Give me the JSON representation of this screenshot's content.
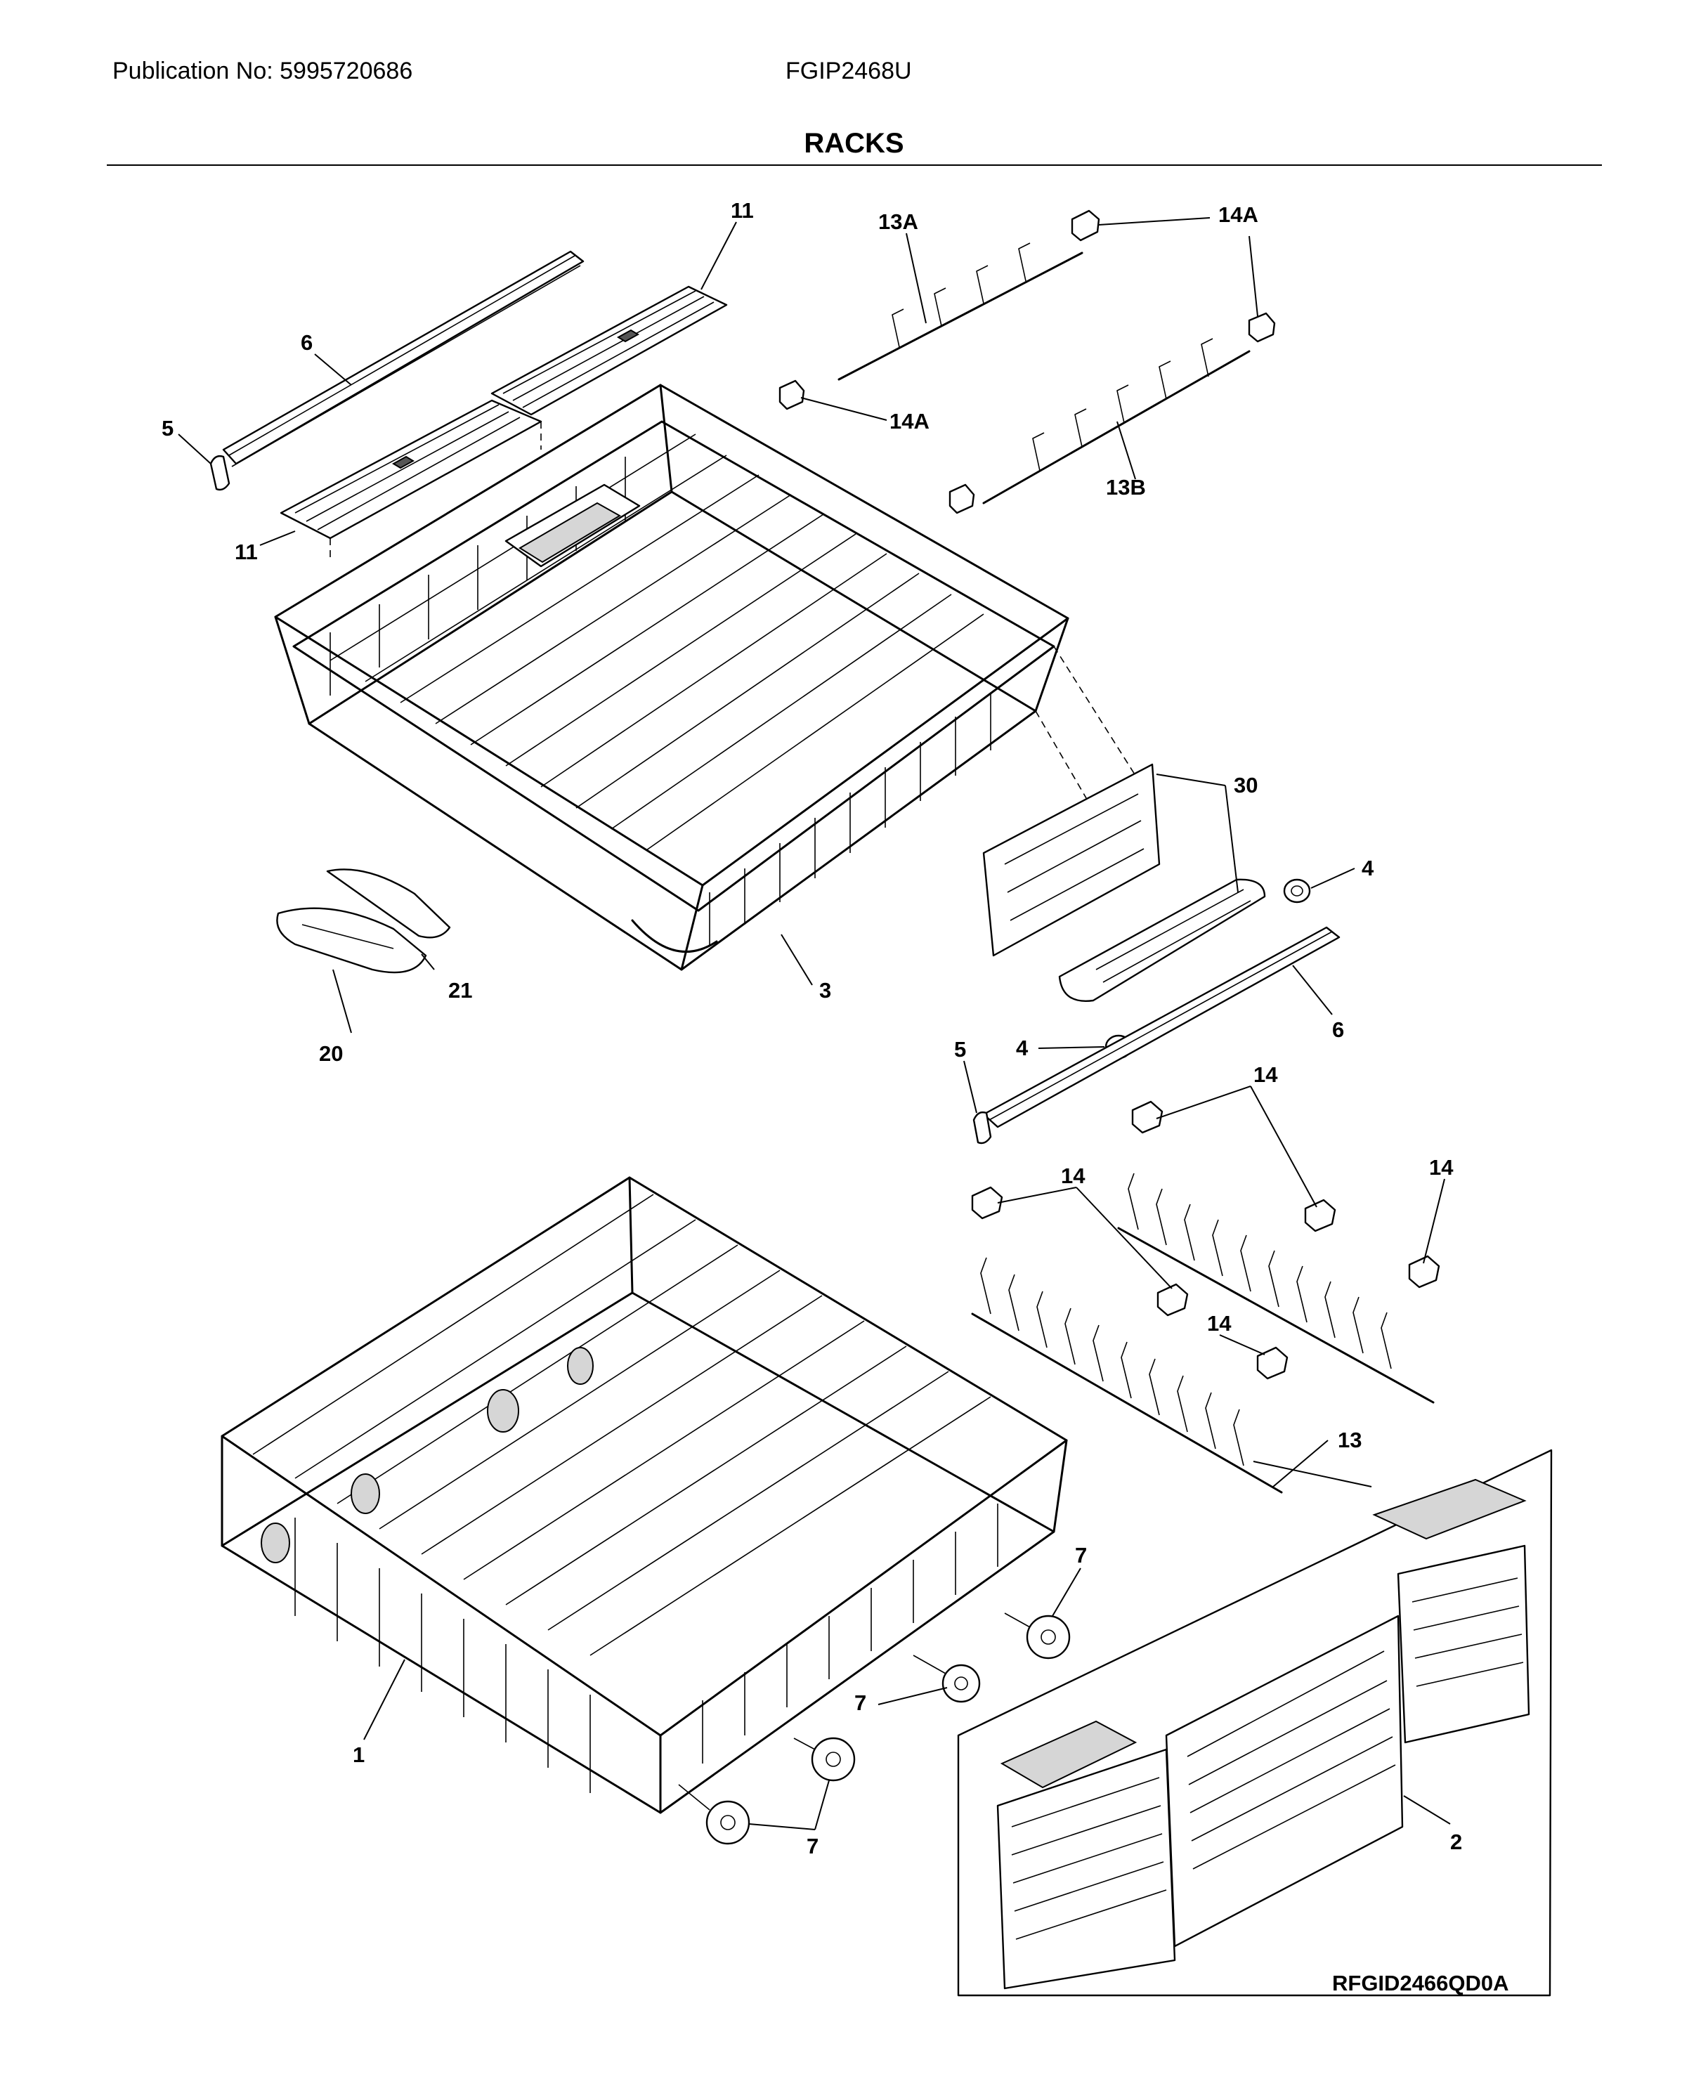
{
  "header": {
    "publication": "Publication No: 5995720686",
    "model": "FGIP2468U",
    "section_title": "RACKS"
  },
  "callouts": {
    "c11_top": "11",
    "c11_bottom": "11",
    "c6_top": "6",
    "c5_top": "5",
    "c13A": "13A",
    "c14A_top": "14A",
    "c14A_right": "14A",
    "c14A_mid": "14A",
    "c13B": "13B",
    "c30": "30",
    "c4_right": "4",
    "c4_bottom": "4",
    "c6_bottom": "6",
    "c5_bottom": "5",
    "c3": "3",
    "c21": "21",
    "c20": "20",
    "c14_a": "14",
    "c14_b": "14",
    "c14_c": "14",
    "c14_d": "14",
    "c13": "13",
    "c7_a": "7",
    "c7_b": "7",
    "c7_c": "7",
    "c1": "1",
    "c2": "2"
  },
  "diagram_code": "RFGID2466QD0A"
}
